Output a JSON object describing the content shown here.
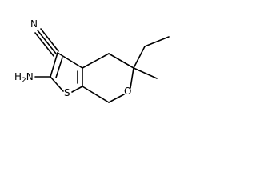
{
  "molecule": {
    "atoms": {
      "nitrile_n": "N",
      "amine": "H",
      "amine_sub": "2",
      "amine_n": "N",
      "sulfur": "S",
      "oxygen": "O"
    }
  }
}
